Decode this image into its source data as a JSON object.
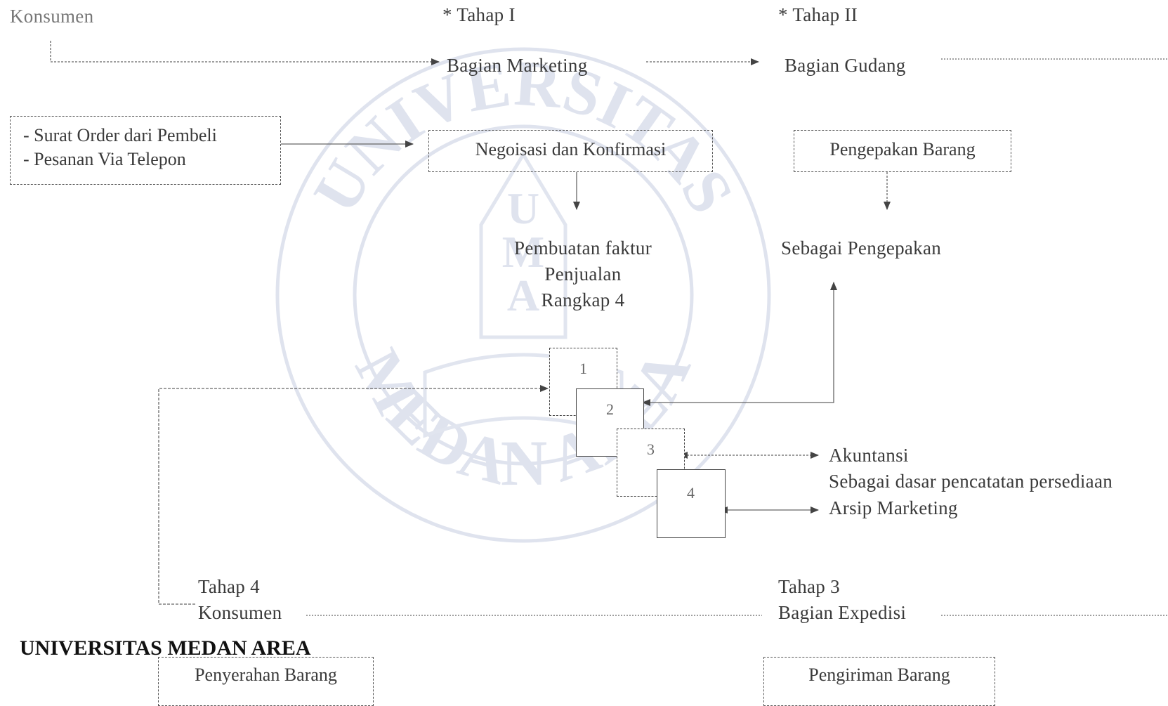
{
  "top": {
    "konsumen": "Konsumen",
    "tahap1": "* Tahap I",
    "tahap2": "* Tahap II",
    "bagian_marketing": "Bagian Marketing",
    "bagian_gudang": "Bagian Gudang"
  },
  "order_box": {
    "line1": "- Surat Order dari Pembeli",
    "line2": "- Pesanan Via Telepon"
  },
  "negoisasi": "Negoisasi dan Konfirmasi",
  "pengepakan_box": "Pengepakan Barang",
  "faktur": {
    "line1": "Pembuatan faktur",
    "line2": "Penjualan",
    "line3": "Rangkap 4"
  },
  "sebagai_pengepakan": "Sebagai Pengepakan",
  "copies": [
    "1",
    "2",
    "3",
    "4"
  ],
  "akuntansi": "Akuntansi",
  "akuntansi_note": "Sebagai dasar pencatatan persediaan",
  "arsip_marketing": "Arsip Marketing",
  "bottom": {
    "tahap4": "Tahap 4",
    "konsumen": "Konsumen",
    "tahap3": "Tahap 3",
    "bagian_expedisi": "Bagian Expedisi",
    "penyerahan": "Penyerahan Barang",
    "pengiriman": "Pengiriman Barang"
  },
  "footer": "UNIVERSITAS MEDAN AREA",
  "watermark": {
    "upper": "UNIVERSITAS",
    "lower": "MEDAN AREA",
    "logo_letters": [
      "U",
      "M",
      "A"
    ]
  }
}
